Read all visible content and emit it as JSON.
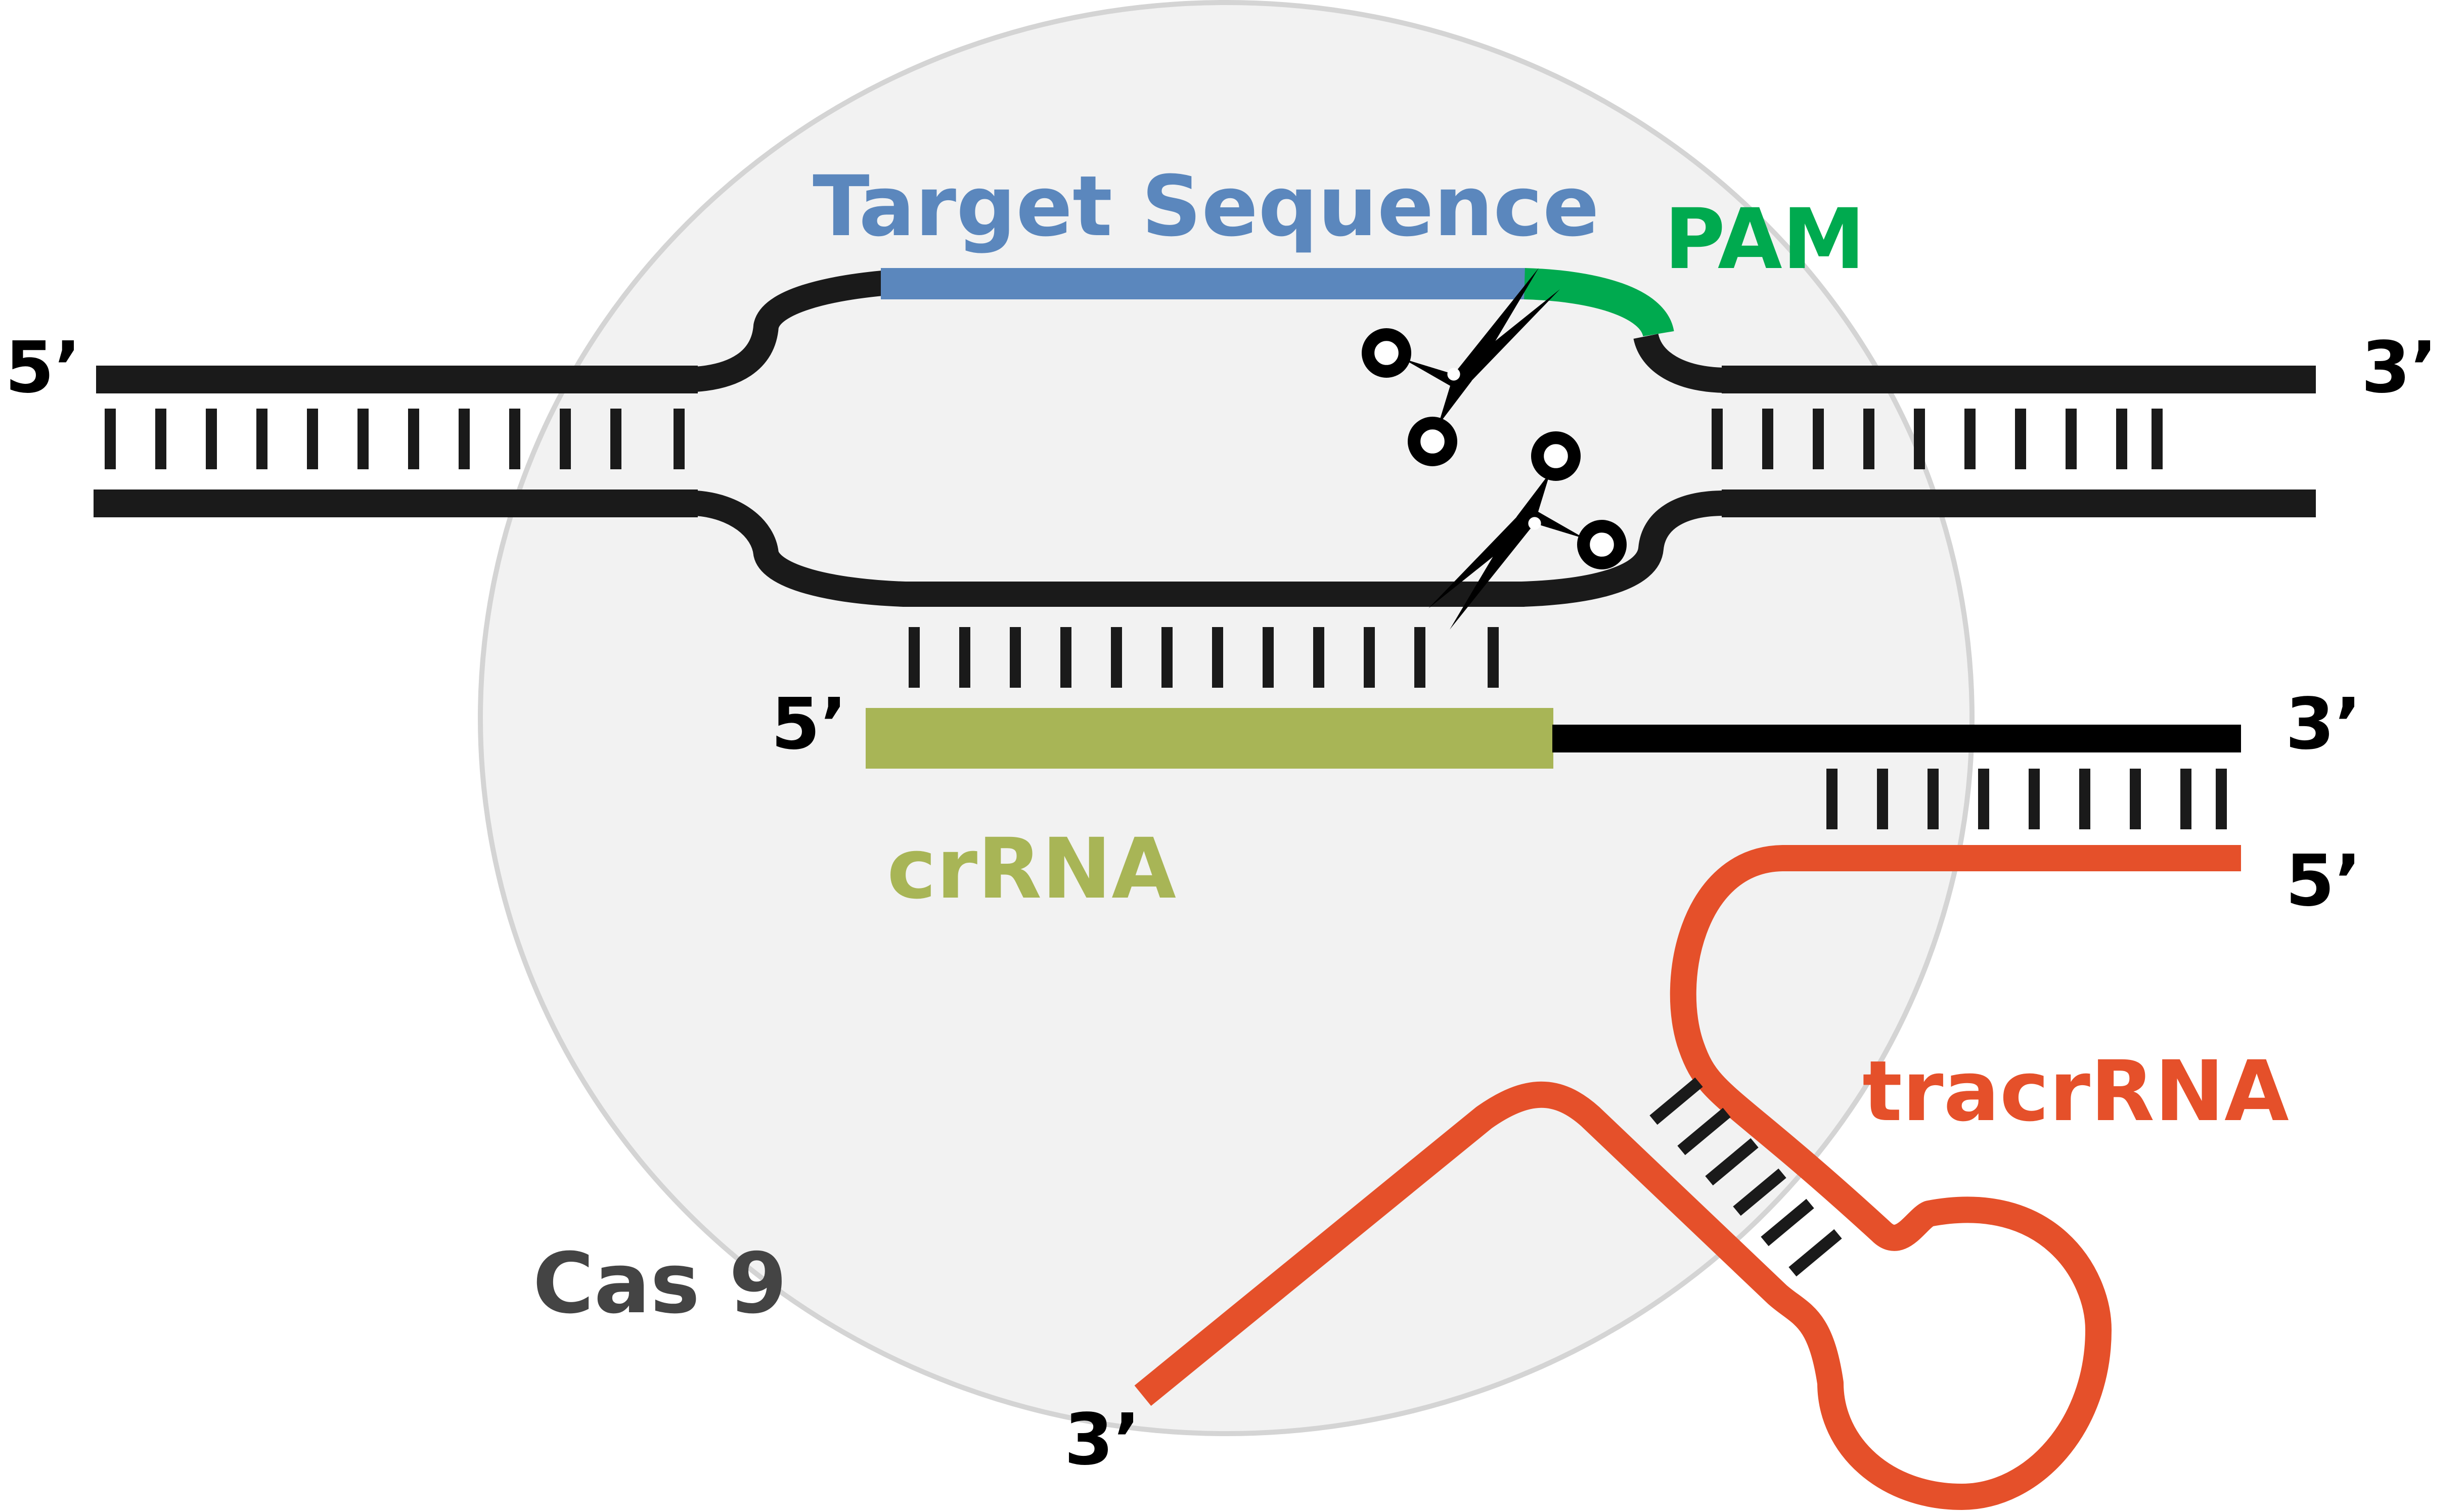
{
  "labels": {
    "target_sequence": "Target Sequence",
    "pam": "PAM",
    "crrna": "crRNA",
    "tracrrna": "tracrRNA",
    "cas9": "Cas 9",
    "top_left_5": "5’",
    "top_right_3": "3’",
    "crrna_5": "5’",
    "crrna_3": "3’",
    "tracr_5": "5’",
    "tracr_3": "3’"
  },
  "colors": {
    "target_sequence": "#5b87bd",
    "pam": "#00aa4f",
    "crrna": "#a8b556",
    "tracrrna": "#e5502a",
    "dna": "#1a1a1a",
    "cas9_fill": "#f2f2f2",
    "cas9_stroke": "#d4d4d4",
    "cas9_label": "#444444"
  },
  "icons": [
    "scissors-icon",
    "scissors-icon"
  ]
}
